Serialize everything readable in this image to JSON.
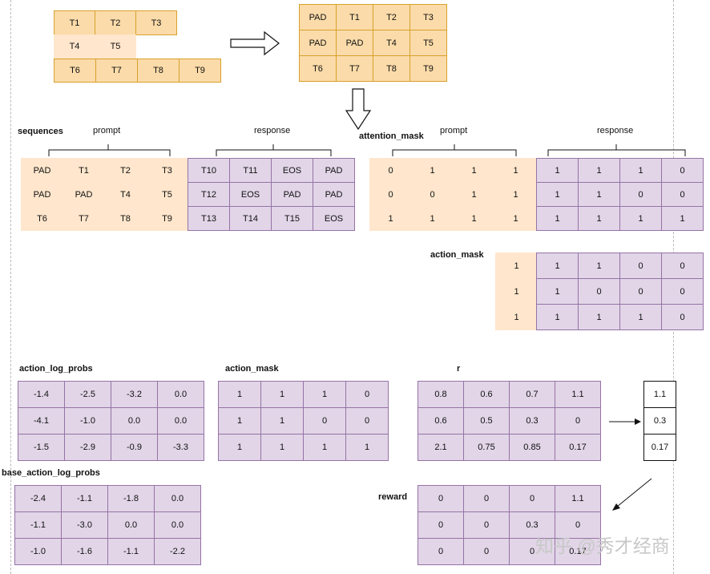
{
  "top_left_rows": [
    [
      "T1",
      "T2",
      "T3"
    ],
    [
      "T4",
      "T5"
    ],
    [
      "T6",
      "T7",
      "T8",
      "T9"
    ]
  ],
  "top_right_grid": [
    [
      "PAD",
      "T1",
      "T2",
      "T3"
    ],
    [
      "PAD",
      "PAD",
      "T4",
      "T5"
    ],
    [
      "T6",
      "T7",
      "T8",
      "T9"
    ]
  ],
  "labels": {
    "sequences": "sequences",
    "prompt": "prompt",
    "response": "response",
    "attention_mask": "attention_mask",
    "action_mask": "action_mask",
    "action_log_probs": "action_log_probs",
    "r": "r",
    "base_action_log_probs": "base_action_log_probs",
    "reward": "reward"
  },
  "sequences": {
    "prompt": [
      [
        "PAD",
        "T1",
        "T2",
        "T3"
      ],
      [
        "PAD",
        "PAD",
        "T4",
        "T5"
      ],
      [
        "T6",
        "T7",
        "T8",
        "T9"
      ]
    ],
    "response": [
      [
        "T10",
        "T11",
        "EOS",
        "PAD"
      ],
      [
        "T12",
        "EOS",
        "PAD",
        "PAD"
      ],
      [
        "T13",
        "T14",
        "T15",
        "EOS"
      ]
    ]
  },
  "attention_mask": {
    "prompt": [
      [
        "0",
        "1",
        "1",
        "1"
      ],
      [
        "0",
        "0",
        "1",
        "1"
      ],
      [
        "1",
        "1",
        "1",
        "1"
      ]
    ],
    "response": [
      [
        "1",
        "1",
        "1",
        "0"
      ],
      [
        "1",
        "1",
        "0",
        "0"
      ],
      [
        "1",
        "1",
        "1",
        "1"
      ]
    ]
  },
  "action_mask_top": {
    "first": [
      [
        "1"
      ],
      [
        "1"
      ],
      [
        "1"
      ]
    ],
    "rest": [
      [
        "1",
        "1",
        "0",
        "0"
      ],
      [
        "1",
        "0",
        "0",
        "0"
      ],
      [
        "1",
        "1",
        "1",
        "0"
      ]
    ]
  },
  "action_log_probs": [
    [
      "-1.4",
      "-2.5",
      "-3.2",
      "0.0"
    ],
    [
      "-4.1",
      "-1.0",
      "0.0",
      "0.0"
    ],
    [
      "-1.5",
      "-2.9",
      "-0.9",
      "-3.3"
    ]
  ],
  "action_mask_bottom": [
    [
      "1",
      "1",
      "1",
      "0"
    ],
    [
      "1",
      "1",
      "0",
      "0"
    ],
    [
      "1",
      "1",
      "1",
      "1"
    ]
  ],
  "r": [
    [
      "0.8",
      "0.6",
      "0.7",
      "1.1"
    ],
    [
      "0.6",
      "0.5",
      "0.3",
      "0"
    ],
    [
      "2.1",
      "0.75",
      "0.85",
      "0.17"
    ]
  ],
  "last_values": [
    [
      "1.1"
    ],
    [
      "0.3"
    ],
    [
      "0.17"
    ]
  ],
  "base_action_log_probs": [
    [
      "-2.4",
      "-1.1",
      "-1.8",
      "0.0"
    ],
    [
      "-1.1",
      "-3.0",
      "0.0",
      "0.0"
    ],
    [
      "-1.0",
      "-1.6",
      "-1.1",
      "-2.2"
    ]
  ],
  "reward": [
    [
      "0",
      "0",
      "0",
      "1.1"
    ],
    [
      "0",
      "0",
      "0.3",
      "0"
    ],
    [
      "0",
      "0",
      "0",
      "0.17"
    ]
  ],
  "watermark": "知乎 @秀才经商",
  "colors": {
    "orange": "#fbdba9",
    "peach": "#ffe6cc",
    "purple": "#e1d5e7",
    "purple_border": "#9673a6",
    "orange_border": "#d8a12c"
  }
}
